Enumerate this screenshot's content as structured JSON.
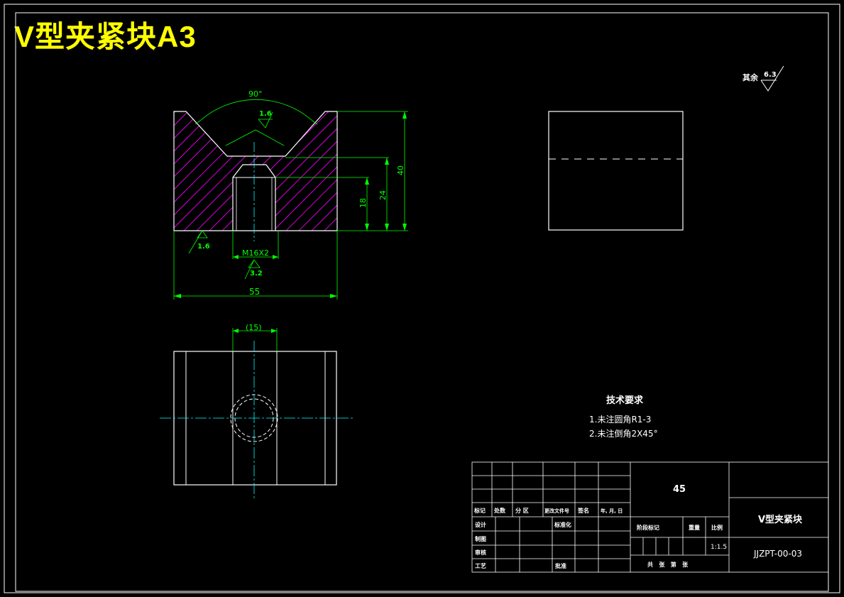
{
  "title": "V型夹紧块A3",
  "dims": {
    "angle": "90°",
    "width": "55",
    "height_total": "40",
    "height_24": "24",
    "height_18": "18",
    "thread": "M16X2",
    "slot": "(15)"
  },
  "roughness": {
    "vgroove": "1.6",
    "left_bottom": "1.6",
    "thread_hole": "3.2",
    "rest_prefix": "其余",
    "rest_value": "6.3"
  },
  "tech": {
    "heading": "技术要求",
    "items": [
      "1.未注圆角R1-3",
      "2.未注倒角2X45°"
    ]
  },
  "title_block": {
    "material": "45",
    "part_name": "V型夹紧块",
    "drawing_no": "JJZPT-00-03",
    "scale": "1:1.5",
    "row_labels": [
      "标记",
      "处数",
      "分 区",
      "更改文件号",
      "签名",
      "年, 月, 日"
    ],
    "design": "设计",
    "standardize": "标准化",
    "draw": "制图",
    "check": "审核",
    "process": "工艺",
    "approve": "批准",
    "stage_mark": "阶段标记",
    "weight": "重量",
    "ratio": "比例",
    "sheets": "共   张   第   张"
  },
  "colors": {
    "outline": "#ffffff",
    "dimension": "#00ff00",
    "hatch": "#ff00ff",
    "center": "#00ffff",
    "title": "#ffff00"
  }
}
